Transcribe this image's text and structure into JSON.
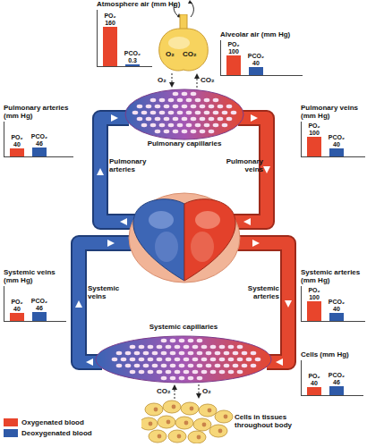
{
  "diagram": {
    "nodes": [
      {
        "text": [
          "Atmosphere air (mm Hg)",
          "PO₂",
          "160",
          "PCO₂",
          "0.3"
        ]
      },
      {
        "text": [
          "O₂",
          "CO₂"
        ]
      },
      {
        "text": [
          "Alveolar air (mm Hg)",
          "PO₂",
          "100",
          "PCO₂",
          "40"
        ]
      },
      {
        "text": [
          "Pulmonary arteries (mm Hg)",
          "PO₂",
          "40",
          "PCO₂",
          "46"
        ]
      },
      {
        "text": [
          "Pulmonary capillaries"
        ]
      },
      {
        "text": [
          "Pulmonary veins (mm Hg)",
          "PO₂",
          "100",
          "PCO₂",
          "40"
        ]
      },
      {
        "text": [
          "Systemic veins (mm Hg)",
          "PO₂",
          "40",
          "PCO₂",
          "46"
        ]
      },
      {
        "text": [
          "Systemic capillaries"
        ]
      },
      {
        "text": [
          "Systemic arteries (mm Hg)",
          "PO₂",
          "100",
          "PCO₂",
          "40"
        ]
      },
      {
        "text": [
          "Cells (mm Hg)",
          "PO₂",
          "40",
          "PCO₂",
          "46"
        ]
      },
      {
        "text": [
          "Cells in tissues throughout body"
        ]
      }
    ],
    "edges": [
      {
        "from": 1,
        "to": 4,
        "label": "O₂",
        "arrow": "to"
      },
      {
        "from": 4,
        "to": 1,
        "label": "CO₂",
        "arrow": "to"
      },
      {
        "from": 10,
        "to": 7,
        "label": "CO₂",
        "arrow": "to"
      },
      {
        "from": 7,
        "to": 10,
        "label": "O₂",
        "arrow": "to"
      }
    ],
    "labels": [
      "Pulmonary arteries",
      "Pulmonary veins",
      "Systemic veins",
      "Systemic arteries"
    ],
    "legend": [
      {
        "text": "Oxygenated blood",
        "color": "#e8452c"
      },
      {
        "text": "Deoxygenated blood",
        "color": "#2e5aa8"
      }
    ]
  }
}
